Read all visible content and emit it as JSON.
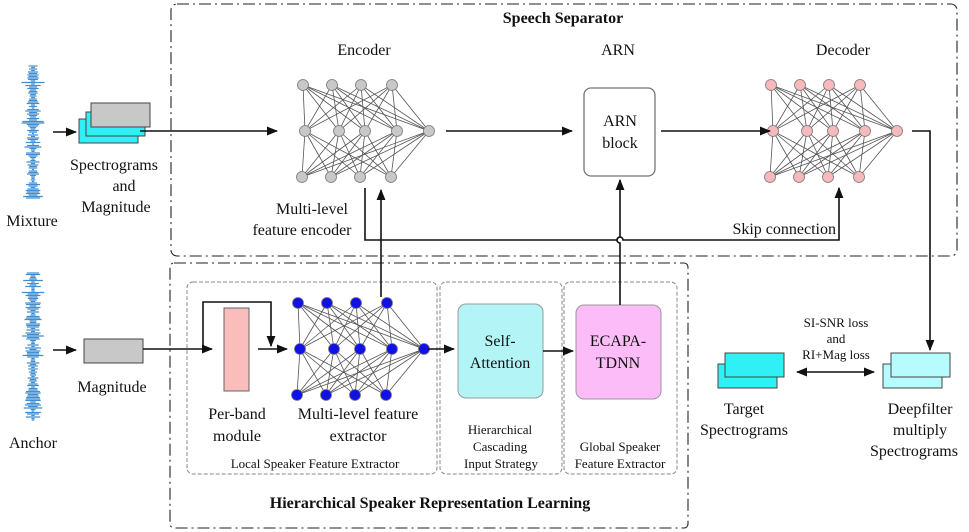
{
  "diagram": {
    "speech_separator": {
      "title": "Speech Separator",
      "encoder_label": "Encoder",
      "arn_label": "ARN",
      "decoder_label": "Decoder",
      "arn_block": [
        "ARN",
        "block"
      ],
      "encoder_caption": [
        "Multi-level",
        "feature encoder"
      ],
      "skip_connection": "Skip connection",
      "colors": {
        "encoder_node": "#c8c8c8",
        "decoder_node": "#f7b9bb"
      }
    },
    "inputs": {
      "mixture": "Mixture",
      "spectrogram_caption": [
        "Spectrograms",
        "and",
        "Magnitude"
      ],
      "anchor": "Anchor",
      "magnitude": "Magnitude",
      "waveform_color": "#1f7ac8"
    },
    "hierarchical": {
      "title": "Hierarchical Speaker Representation Learning",
      "local_extractor": {
        "title": "Local Speaker Feature Extractor",
        "per_band": [
          "Per-band",
          "module"
        ],
        "mlfe": [
          "Multi-level feature",
          "extractor"
        ],
        "node_color": "#1010e8",
        "per_band_color": "#fbbcbc"
      },
      "cascading": {
        "title": [
          "Hierarchical",
          "Cascading",
          "Input Strategy"
        ],
        "block": [
          "Self-",
          "Attention"
        ],
        "color": "#b3f4f7"
      },
      "global_extractor": {
        "title": [
          "Global Speaker",
          "Feature Extractor"
        ],
        "block": [
          "ECAPA-",
          "TDNN"
        ],
        "color": "#fbbcf7"
      }
    },
    "outputs": {
      "loss": [
        "SI-SNR loss",
        "and",
        "RI+Mag loss"
      ],
      "target": [
        "Target",
        "Spectrograms"
      ],
      "deepfilter": [
        "Deepfilter",
        "multiply",
        "Spectrograms"
      ],
      "target_color": "#2ff0f5",
      "deepfilter_color": "#b6fbfd"
    }
  }
}
